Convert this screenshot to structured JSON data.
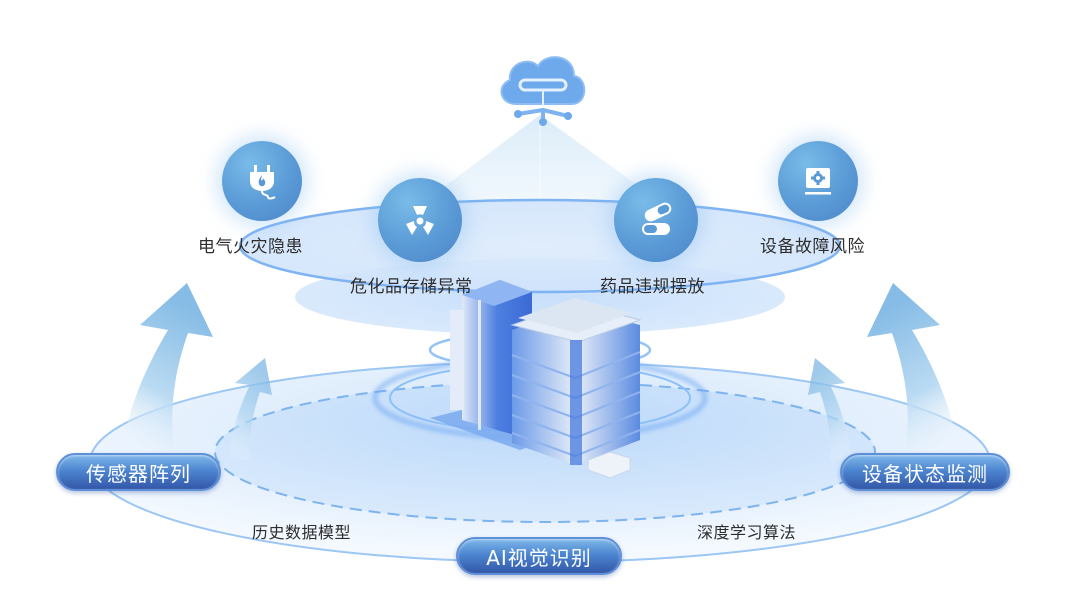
{
  "diagram": {
    "cloud": {
      "icon": "cloud-network-icon"
    },
    "risks": [
      {
        "label": "电气火灾隐患",
        "icon": "electric-plug-fire-icon"
      },
      {
        "label": "危化品存储异常",
        "icon": "radiation-hazard-icon"
      },
      {
        "label": "药品违规摆放",
        "icon": "pills-capsule-icon"
      },
      {
        "label": "设备故障风险",
        "icon": "equipment-gear-monitor-icon"
      }
    ],
    "center": {
      "icon": "building-icon"
    },
    "technologies": [
      {
        "label": "传感器阵列"
      },
      {
        "label": "设备状态监测"
      },
      {
        "label": "AI视觉识别"
      }
    ],
    "methods": [
      {
        "label": "历史数据模型"
      },
      {
        "label": "深度学习算法"
      }
    ],
    "colors": {
      "primary_blue": "#4d86d0",
      "pill_dark": "#3357a8",
      "icon_circle": "#5a9ad6",
      "ellipse_fill": "#dcecfd",
      "ellipse_stroke": "#8dbdf5",
      "arrow": "#8fc3ea",
      "text": "#2d2d2d"
    }
  }
}
